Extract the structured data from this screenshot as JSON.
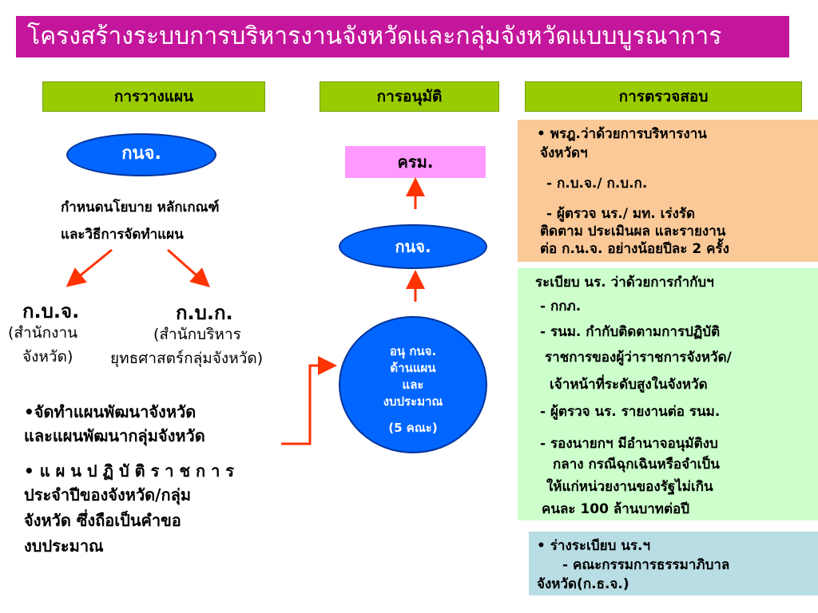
{
  "title": "โครงสร้างระบบการบริหารงานจังหวัดและกลุ่มจังหวัดแบบบูรณาการ",
  "headers": {
    "planning": "การวางแผน",
    "approval": "การอนุมัติ",
    "audit": "การตรวจสอบ"
  },
  "planning": {
    "committee": "กนจ.",
    "policy_line1": "กำหนดนโยบาย หลักเกณฑ์",
    "policy_line2": "และวิธีการจัดทำแผน",
    "left_abbr": "ก.บ.จ.",
    "left_line1": "(สำนักงาน",
    "left_line2": "จังหวัด)",
    "right_abbr": "ก.บ.ก.",
    "right_line1": "(สำนักบริหาร",
    "right_line2": "ยุทธศาสตร์กลุ่มจังหวัด)",
    "bullet1_line1": "•จัดทำแผนพัฒนาจังหวัด",
    "bullet1_line2": "และแผนพัฒนากลุ่มจังหวัด",
    "bullet2_line1": "• แ ผ น ป ฏิ บั ติ ร า ช ก า ร",
    "bullet2_line2": "ประจำปีของจังหวัด/กลุ่ม",
    "bullet2_line3": "จังหวัด ซึ่งถือเป็นคำขอ",
    "bullet2_line4": "งบประมาณ"
  },
  "approval": {
    "cabinet": "ครม.",
    "committee": "กนจ.",
    "sub_line1": "อนุ กนจ.",
    "sub_line2": "ด้านแผน",
    "sub_line3": "และ",
    "sub_line4": "งบประมาณ",
    "sub_line5": "(5 คณะ)"
  },
  "audit": {
    "orange": {
      "line1": "•   พรฎ.ว่าด้วยการบริหารงาน",
      "line2": "จังหวัดฯ",
      "line3": "- ก.บ.จ./ ก.บ.ก.",
      "line4": "- ผู้ตรวจ นร./ มท. เร่งรัด",
      "line5": "ติดตาม ประเมินผล และรายงาน",
      "line6": "ต่อ ก.น.จ. อย่างน้อยปีละ 2 ครั้ง"
    },
    "green": {
      "line1": "ระเบียบ นร. ว่าด้วยการกำกับฯ",
      "line2": "- กกภ.",
      "line3": "- รนม. กำกับติดตามการปฏิบัติ",
      "line4": "ราชการของผู้ว่าราชการจังหวัด/",
      "line5": "เจ้าหน้าที่ระดับสูงในจังหวัด",
      "line6": "- ผู้ตรวจ นร. รายงานต่อ รนม.",
      "line7": "- รองนายกฯ มีอำนาจอนุมัติงบ",
      "line8": "กลาง กรณีฉุกเฉินหรือจำเป็น",
      "line9": "ให้แก่หน่วยงานของรัฐไม่เกิน",
      "line10": "คนละ 100 ล้านบาทต่อปี"
    },
    "blue": {
      "line1": "• ร่างระเบียบ นร.ฯ",
      "line2": "- คณะกรรมการธรรมาภิบาล",
      "line3": "จังหวัด(ก.ธ.จ.)"
    }
  },
  "colors": {
    "title_bg": "#c4169c",
    "header_bg": "#99cc00",
    "ellipse": "#0066ff",
    "arrow": "#ff3300",
    "cabinet_bg": "#ff99ff"
  }
}
